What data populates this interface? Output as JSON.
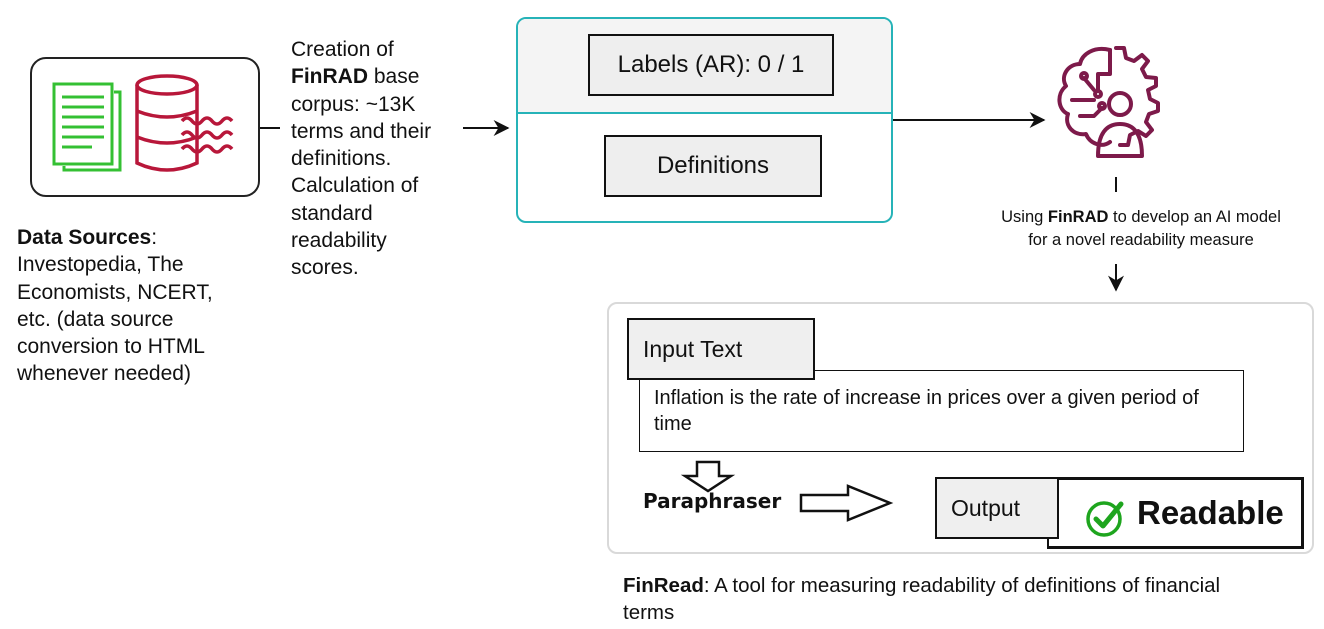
{
  "data_sources": {
    "title": "Data Sources",
    "colon": ":",
    "lines": [
      "Investopedia, The",
      "Economists, NCERT,",
      "etc. (data source",
      "conversion to HTML",
      "whenever needed)"
    ],
    "icons": [
      "document-icon",
      "database-icon"
    ]
  },
  "creation": {
    "line1": "Creation of",
    "line2_bold": "FinRAD",
    "line2_rest": " base",
    "lines_rest": [
      "corpus: ~13K",
      "terms and their",
      "definitions.",
      "Calculation of",
      "standard",
      "readability",
      "scores."
    ]
  },
  "corpus": {
    "labels_box": "Labels (AR): 0 / 1",
    "definitions_box": "Definitions"
  },
  "ai_model": {
    "icon": "ai-brain-gear-person-icon",
    "caption_pre": "Using ",
    "caption_bold": "FinRAD",
    "caption_post": " to develop an AI model",
    "caption_line2": "for a novel readability measure"
  },
  "finread_panel": {
    "input_label": "Input Text",
    "input_text": "Inflation is the rate of increase in prices over a given period of time",
    "paraphraser_label": "Paraphraser",
    "output_label": "Output",
    "result_label": "Readable",
    "result_icon": "check-circle-icon"
  },
  "footer": {
    "bold": "FinRead",
    "rest_line1": ": A tool for measuring readability of definitions of financial",
    "line2": "terms"
  },
  "colors": {
    "doc_green": "#34c033",
    "db_red": "#b8173a",
    "ai_maroon": "#7d1a4a",
    "panel_teal": "#26b3b8",
    "check_green": "#1ea51e"
  }
}
